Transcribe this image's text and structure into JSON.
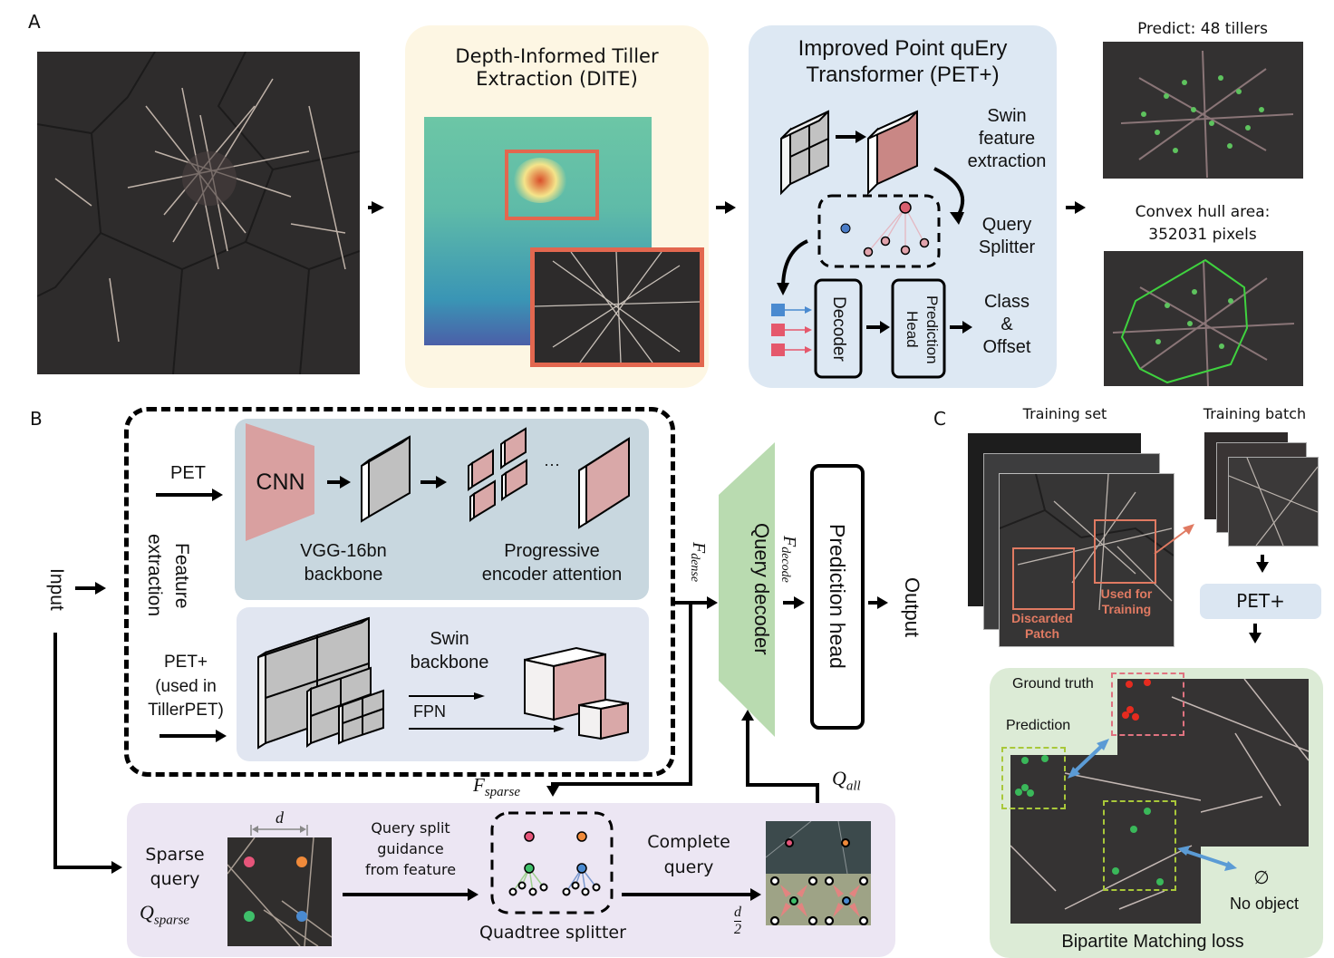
{
  "panel_a": {
    "letter": "A",
    "dite": {
      "title_line1": "Depth-Informed Tiller",
      "title_line2": "Extraction (DITE)",
      "bg_color": "#fdf6e3",
      "frame_color": "#e2674f"
    },
    "pet_plus": {
      "title_line1": "Improved Point quEry",
      "title_line2": "Transformer (PET+)",
      "bg_color": "#dde8f3",
      "swin_label": [
        "Swin",
        "feature",
        "extraction"
      ],
      "splitter_label": [
        "Query",
        "Splitter"
      ],
      "decoder_label": "Decoder",
      "pred_head_label": "Prediction Head",
      "output_label": [
        "Class",
        "&",
        "Offset"
      ]
    },
    "result_top_caption": "Predict: 48 tillers",
    "result_bottom_caption_line1": "Convex hull area:",
    "result_bottom_caption_line2": "352031 pixels"
  },
  "panel_b": {
    "letter": "B",
    "input_label": "Input",
    "feature_extraction_label": "Feature extraction",
    "pet_label": "PET",
    "pet_plus_label_line1": "PET+",
    "pet_plus_label_line2": "(used in",
    "pet_plus_label_line3": "TillerPET)",
    "cnn_label": "CNN",
    "vgg_label_line1": "VGG-16bn",
    "vgg_label_line2": "backbone",
    "ellipsis": "···",
    "progressive_line1": "Progressive",
    "progressive_line2": "encoder attention",
    "swin_backbone_line1": "Swin",
    "swin_backbone_line2": "backbone",
    "fpn_label": "FPN",
    "f_dense": "F",
    "f_dense_sub": "dense",
    "f_decode": "F",
    "f_decode_sub": "decode",
    "f_sparse": "F",
    "f_sparse_sub": "sparse",
    "q_all": "Q",
    "q_all_sub": "all",
    "query_decoder_label": "Query decoder",
    "prediction_head_label": "Prediction head",
    "output_label": "Output",
    "sparse_query_line1": "Sparse",
    "sparse_query_line2": "query",
    "q_sparse": "Q",
    "q_sparse_sub": "sparse",
    "d_label": "d",
    "split_guidance_line1": "Query split",
    "split_guidance_line2": "guidance",
    "split_guidance_line3": "from feature",
    "quadtree_label": "Quadtree splitter",
    "complete_query_line1": "Complete",
    "complete_query_line2": "query",
    "d_half_num": "d",
    "d_half_den": "2",
    "colors": {
      "top_block": "#c8d7df",
      "bottom_block": "#e1e6f1",
      "query_decoder": "#b9dbb0",
      "bottom_panel": "#ece6f3",
      "pink": "#d9a0a0"
    }
  },
  "panel_c": {
    "letter": "C",
    "training_set_label": "Training set",
    "training_batch_label": "Training batch",
    "discarded_line1": "Discarded",
    "discarded_line2": "Patch",
    "used_line1": "Used for",
    "used_line2": "Training",
    "pet_plus_label": "PET+",
    "ground_truth_label": "Ground truth",
    "prediction_label": "Prediction",
    "no_object_symbol": "∅",
    "no_object_label": "No object",
    "matching_label": "Bipartite Matching loss",
    "colors": {
      "patch_frame": "#e07a62",
      "pet_box": "#dbe6f2",
      "matching_bg": "#dcebd6"
    }
  }
}
